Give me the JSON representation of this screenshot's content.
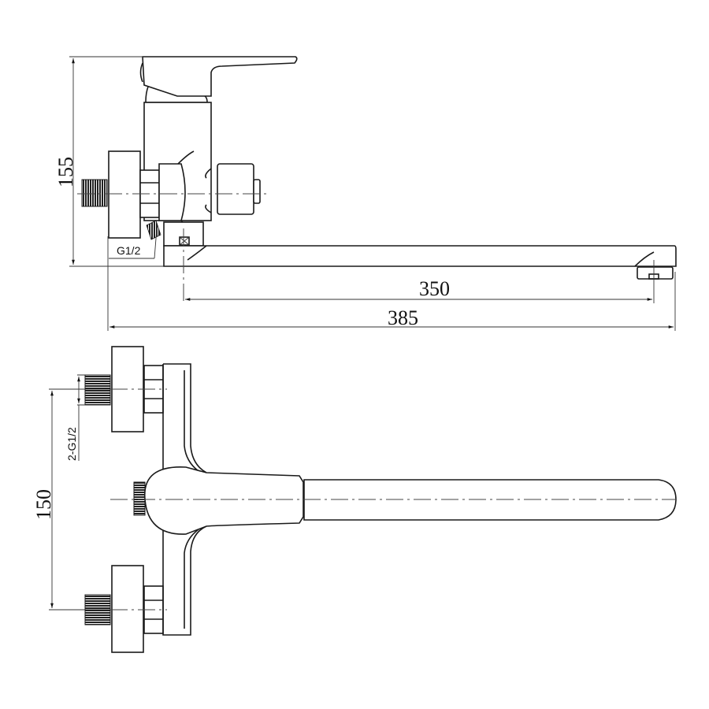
{
  "drawing": {
    "title": "Wall-mounted bath mixer with long swivel spout - technical drawing",
    "units": "mm",
    "line_color": "#1a1a1a",
    "background": "#ffffff"
  },
  "side_view": {
    "dimensions": {
      "height": "155",
      "spout_reach": "350",
      "overall_length": "385"
    },
    "labels": {
      "inlet_thread": "G1/2"
    }
  },
  "top_view": {
    "dimensions": {
      "inlet_spacing": "150"
    },
    "labels": {
      "inlet_thread": "2-G1/2"
    }
  }
}
